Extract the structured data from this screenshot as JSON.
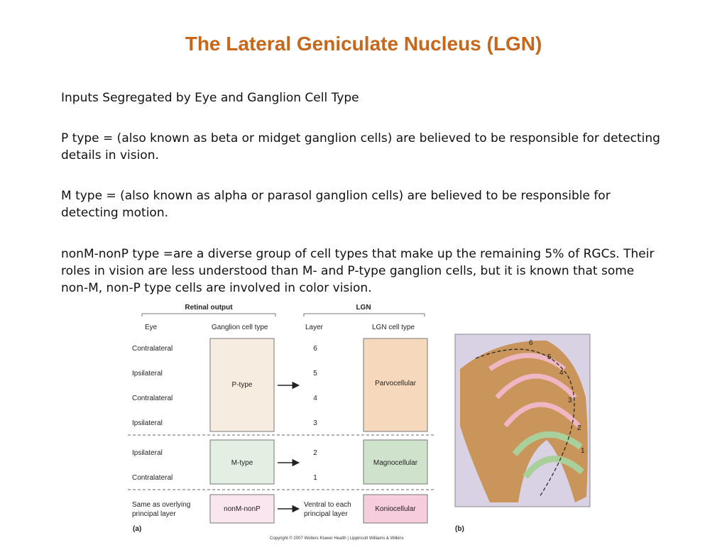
{
  "title": "The Lateral Geniculate Nucleus (LGN)",
  "paragraphs": {
    "p1": "Inputs Segregated by Eye and Ganglion Cell Type",
    "p2": "P type =  (also known as beta or midget ganglion cells) are believed to be responsible for detecting details in vision.",
    "p3": "M type = (also known as alpha or parasol ganglion cells) are believed to be responsible for detecting motion.",
    "p4": "nonM-nonP type =are a diverse group of cell types that make up the remaining 5% of RGCs. Their roles in vision are less understood than M- and P-type ganglion cells, but it is known that some non-M, non-P type cells are involved in color vision."
  },
  "diagram": {
    "group_retinal": "Retinal output",
    "group_lgn": "LGN",
    "col_eye": "Eye",
    "col_ganglion": "Ganglion cell type",
    "col_layer": "Layer",
    "col_lgn_cell": "LGN cell type",
    "rows": [
      {
        "eye": "Contralateral",
        "layer": "6"
      },
      {
        "eye": "Ipsilateral",
        "layer": "5"
      },
      {
        "eye": "Contralateral",
        "layer": "4"
      },
      {
        "eye": "Ipsilateral",
        "layer": "3"
      },
      {
        "eye": "Ipsilateral",
        "layer": "2"
      },
      {
        "eye": "Contralateral",
        "layer": "1"
      }
    ],
    "eye_last_1": "Same as overlying",
    "eye_last_2": "principal layer",
    "layer_last_1": "Ventral to each",
    "layer_last_2": "principal layer",
    "p_type": "P-type",
    "m_type": "M-type",
    "nonmp_type": "nonM-nonP",
    "parvo": "Parvocellular",
    "magno": "Magnocellular",
    "konio": "Koniocellular",
    "label_a": "(a)",
    "label_b": "(b)",
    "section_layers": [
      "6",
      "5",
      "4",
      "3",
      "2",
      "1"
    ],
    "colors": {
      "p_fill": "#f7ece0",
      "m_fill": "#e3efe3",
      "nonmp_fill": "#f9e6ef",
      "parvo_fill": "#f6d9bd",
      "magno_fill": "#cfe3cc",
      "konio_fill": "#f6cddc",
      "tissue_brown": "#c9955a",
      "tissue_pink": "#efb6c4",
      "tissue_green": "#a9cf9a"
    }
  },
  "copyright": "Copyright © 2007 Wolters Kluwer Health | Lippincott Williams & Wilkins"
}
